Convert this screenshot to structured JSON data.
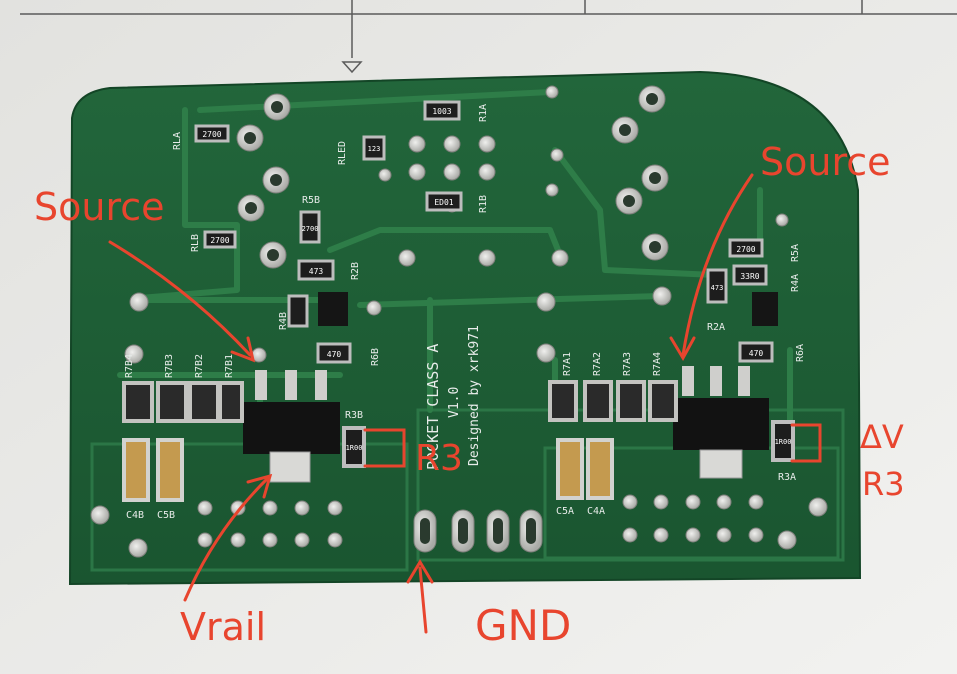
{
  "colors": {
    "paper": "#ebebe8",
    "board": "#1f5e36",
    "board_dark": "#164a2a",
    "trace": "#2d7a46",
    "silk": "#e8ecea",
    "pad": "#c9c9c6",
    "annotation": "#e8452e"
  },
  "board": {
    "title": "POCKET CLASS A",
    "version": "V1.0",
    "credit": "Designed by xrk971"
  },
  "annotations": {
    "source_left": "Source",
    "source_right": "Source",
    "vrail": "Vrail",
    "gnd": "GND",
    "delta_v": "ΔV",
    "r3_left": "R3",
    "r3_right": "R3"
  },
  "silkscreen": {
    "r1a": "R1A",
    "r1b": "R1B",
    "rled": "RLED",
    "rla": "RLA",
    "rlb": "RLB",
    "r5b": "R5B",
    "r2b": "R2B",
    "r4b": "R4B",
    "r6b": "R6B",
    "r3b": "R3B",
    "r5a": "R5A",
    "r4a": "R4A",
    "r2a": "R2A",
    "r6a": "R6A",
    "r3a": "R3A",
    "r7b4": "R7B4",
    "r7b3": "R7B3",
    "r7b2": "R7B2",
    "r7b1": "R7B1",
    "r7a1": "R7A1",
    "r7a2": "R7A2",
    "r7a3": "R7A3",
    "r7a4": "R7A4",
    "c4b": "C4B",
    "c5b": "C5B",
    "c5a": "C5A",
    "c4a": "C4A"
  },
  "smd_codes": {
    "rla": "2700",
    "rlb": "2700",
    "rled": "123",
    "r1a": "1003",
    "r1b": "ED01",
    "r5b": "2700",
    "r2b": "473",
    "r6b": "470",
    "r3b": "1R00",
    "r5a": "2700",
    "r4a": "33R0",
    "r2a": "473",
    "r6a": "470",
    "r3a": "1R00"
  }
}
